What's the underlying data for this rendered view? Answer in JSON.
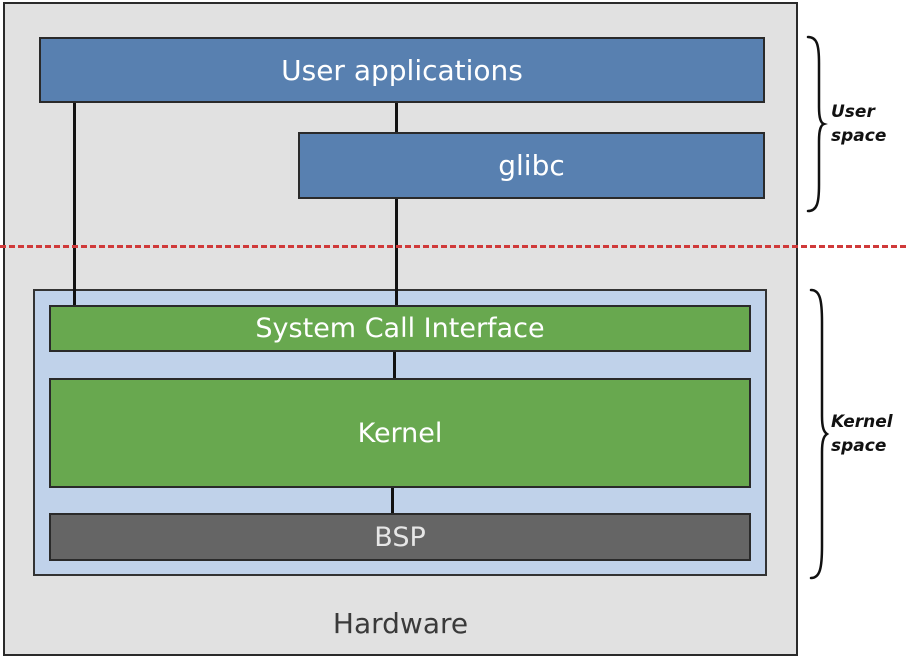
{
  "layers": {
    "hardware": "Hardware",
    "user_applications": "User applications",
    "glibc": "glibc",
    "system_call_interface": "System Call Interface",
    "kernel": "Kernel",
    "bsp": "BSP"
  },
  "regions": {
    "user_space": [
      "User",
      "space"
    ],
    "kernel_space": [
      "Kernel",
      "space"
    ]
  },
  "colors": {
    "hardware_bg": "#e1e1e1",
    "kernel_space_bg": "#c0d2ea",
    "user_layer": "#5880b0",
    "kernel_layer": "#68a84f",
    "bsp_layer": "#656565",
    "divider": "#d03a3a"
  }
}
